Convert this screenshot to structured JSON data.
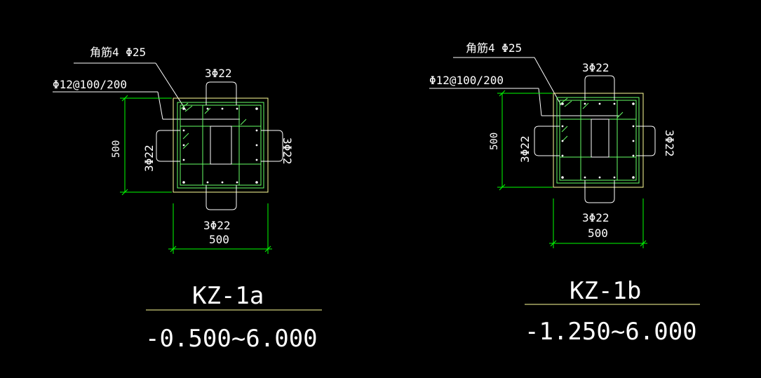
{
  "colors": {
    "background": "#000000",
    "text": "#ffffff",
    "leader": "#ffffff",
    "dimension": "#00ff00",
    "column_outline": "#ffff99",
    "stirrup": "#66ff66",
    "rebar_dot": "#ffffff",
    "title_underline": "#ffff99"
  },
  "columns": [
    {
      "corner_bar_label": "角筋4 Φ25",
      "stirrup_label": "Φ12@100/200",
      "top_bars": "3Φ22",
      "bottom_bars": "3Φ22",
      "left_bars": "3Φ22",
      "right_bars": "3Φ22",
      "height_dim": "500",
      "width_dim": "500",
      "name": "KZ-1a",
      "elevation": "-0.500~6.000"
    },
    {
      "corner_bar_label": "角筋4 Φ25",
      "stirrup_label": "Φ12@100/200",
      "top_bars": "3Φ22",
      "bottom_bars": "3Φ22",
      "left_bars": "3Φ22",
      "right_bars": "3Φ22",
      "height_dim": "500",
      "width_dim": "500",
      "name": "KZ-1b",
      "elevation": "-1.250~6.000"
    }
  ]
}
